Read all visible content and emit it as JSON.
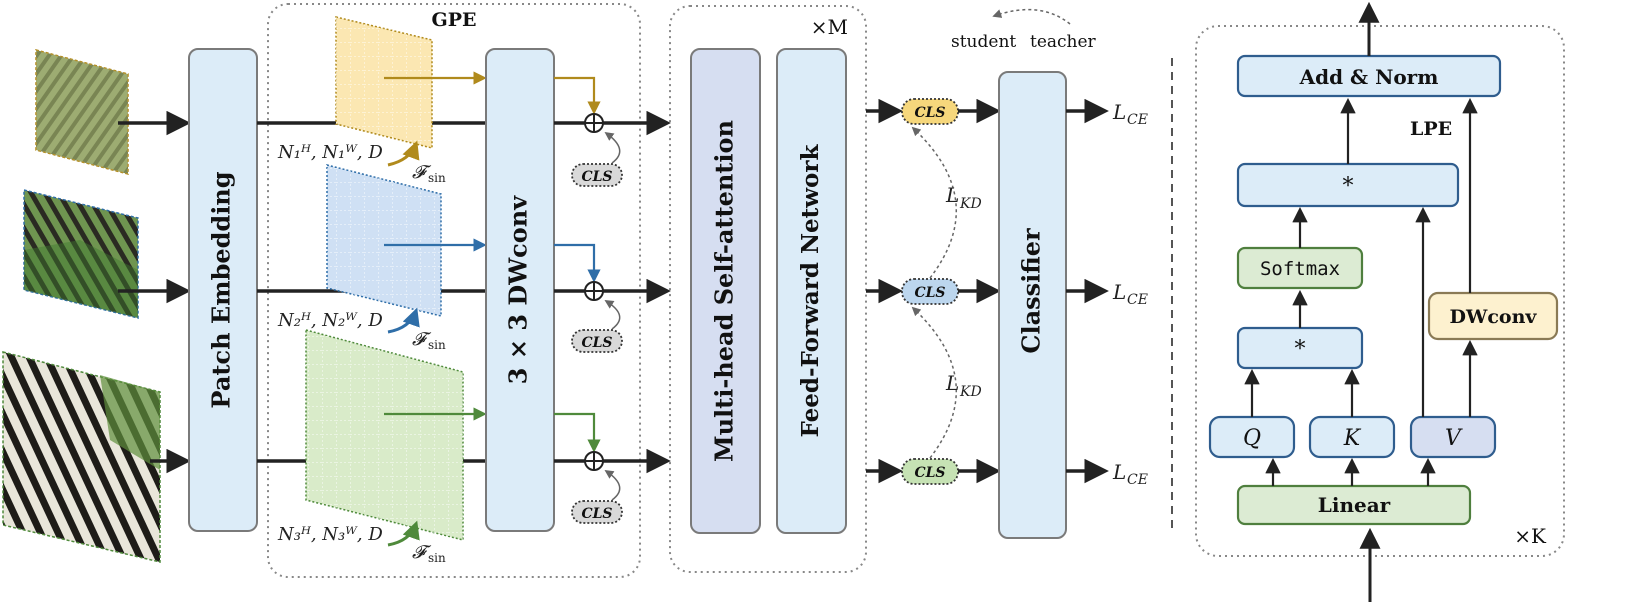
{
  "gpe_title": "GPE",
  "repeat_m": "×M",
  "repeat_k": "×K",
  "lpe_title": "LPE",
  "student_label": "student",
  "teacher_label": "teacher",
  "patch_embedding": "Patch Embedding",
  "dwconv_3x3": "3 × 3 DWconv",
  "mhsa": "Multi-head Self-attention",
  "ffn": "Feed-Forward Network",
  "classifier": "Classifier",
  "cls": "CLS",
  "f_sin": "𝓕",
  "f_sin_sub": "sin",
  "branches": [
    {
      "dims": "N₁ᴴ, N₁ᵂ, D",
      "loss_main": "L",
      "loss_sub": "CE",
      "color": "#b08a1c",
      "grid_fill": "#fbe7b2",
      "cls_fill": "#f6d77c"
    },
    {
      "dims": "N₂ᴴ, N₂ᵂ, D",
      "loss_main": "L",
      "loss_sub": "CE",
      "color": "#2f6ea8",
      "grid_fill": "#cfe0f4",
      "cls_fill": "#bcd6ee"
    },
    {
      "dims": "N₃ᴴ, N₃ᵂ, D",
      "loss_main": "L",
      "loss_sub": "CE",
      "color": "#4f8a3b",
      "grid_fill": "#d9ebc9",
      "cls_fill": "#c6e2b4"
    }
  ],
  "kd_main": "L",
  "kd_sub": "KD",
  "lpe_blocks": {
    "add_norm": "Add & Norm",
    "mult_top": "*",
    "softmax": "Softmax",
    "mult_mid": "*",
    "q": "Q",
    "k": "K",
    "v": "V",
    "dwconv": "DWconv",
    "linear": "Linear"
  },
  "colors": {
    "block_blue": "#dcecf8",
    "block_lavender": "#d6def1",
    "block_green": "#dcebd3",
    "block_yellow": "#fdf1cf",
    "block_border": "#7a7a7a",
    "arrow": "#222222"
  }
}
